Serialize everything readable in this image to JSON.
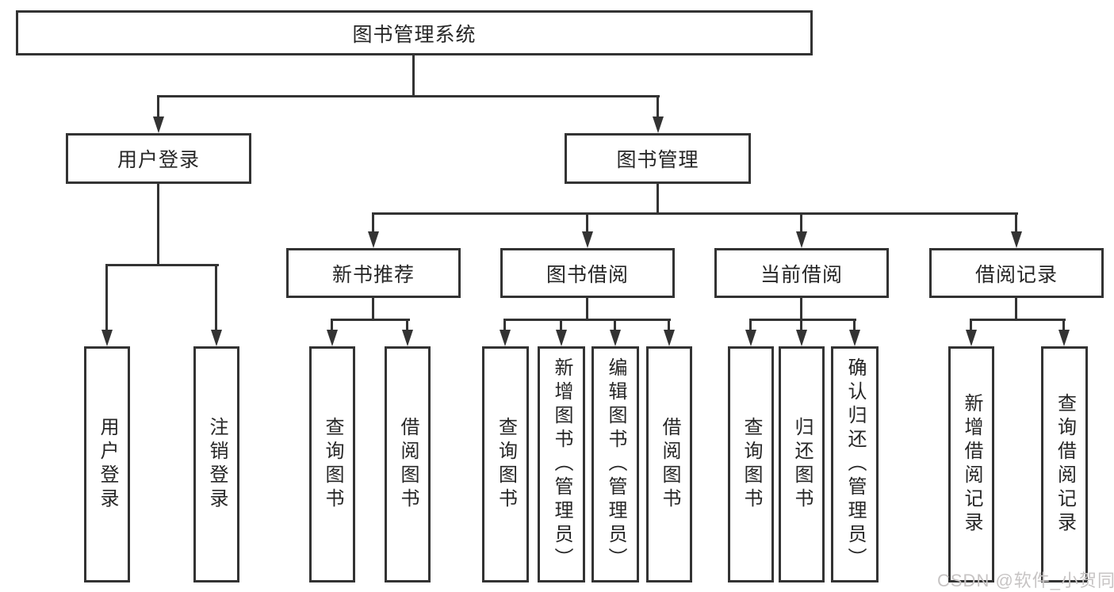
{
  "tree": {
    "root": {
      "label": "图书管理系统"
    },
    "branches": [
      {
        "label": "用户登录",
        "children": [
          {
            "label": "用户登录"
          },
          {
            "label": "注销登录"
          }
        ]
      },
      {
        "label": "图书管理",
        "children": [
          {
            "label": "新书推荐",
            "children": [
              {
                "label": "查询图书"
              },
              {
                "label": "借阅图书"
              }
            ]
          },
          {
            "label": "图书借阅",
            "children": [
              {
                "label": "查询图书"
              },
              {
                "label": "新增图书（管理员）"
              },
              {
                "label": "编辑图书（管理员）"
              },
              {
                "label": "借阅图书"
              }
            ]
          },
          {
            "label": "当前借阅",
            "children": [
              {
                "label": "查询图书"
              },
              {
                "label": "归还图书"
              },
              {
                "label": "确认归还（管理员）"
              }
            ]
          },
          {
            "label": "借阅记录",
            "children": [
              {
                "label": "新增借阅记录"
              },
              {
                "label": "查询借阅记录"
              }
            ]
          }
        ]
      }
    ]
  },
  "watermark": {
    "text": "CSDN @软件_小贺同学"
  },
  "colors": {
    "line": "#333333",
    "text": "#262626",
    "background": "#ffffff",
    "watermark": "#c7c4c4"
  }
}
